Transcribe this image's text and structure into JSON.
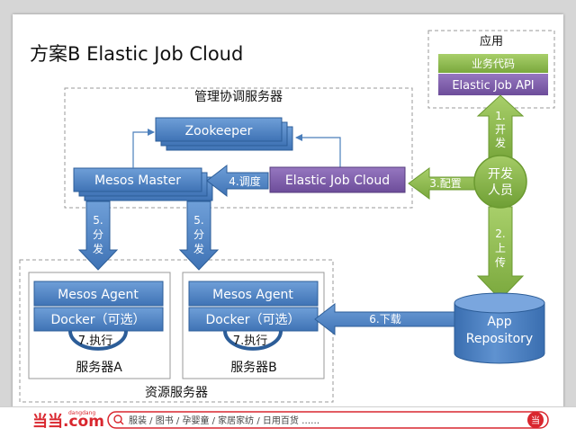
{
  "title": "方案B Elastic Job Cloud",
  "mgmt_group_label": "管理协调服务器",
  "resource_group_label": "资源服务器",
  "app_group": {
    "label": "应用",
    "business_code": "业务代码",
    "api": "Elastic Job API"
  },
  "zookeeper": "Zookeeper",
  "mesos_master": "Mesos Master",
  "elastic_job_cloud": "Elastic Job Cloud",
  "developer": "开发人员",
  "developer_lines": [
    "开发",
    "人员"
  ],
  "app_repository": [
    "App",
    "Repository"
  ],
  "servers": [
    {
      "agent": "Mesos Agent",
      "docker": "Docker（可选）",
      "exec": "7.执行",
      "name": "服务器A"
    },
    {
      "agent": "Mesos Agent",
      "docker": "Docker（可选）",
      "exec": "7.执行",
      "name": "服务器B"
    }
  ],
  "steps": {
    "develop": [
      "1.",
      "开",
      "发"
    ],
    "upload": [
      "2.",
      "上",
      "传"
    ],
    "configure": "3.配置",
    "schedule": "4.调度",
    "distribute": [
      "5.",
      "分",
      "发"
    ],
    "download": "6.下载"
  },
  "footer": {
    "logo": "当当.com",
    "logo_small": "dangdang",
    "search_text": "服装 / 图书 / 孕婴童 / 家居家纺 / 日用百货 ……",
    "search_button": "当"
  },
  "colors": {
    "blue": "#4a7ebb",
    "blue_dark": "#2c5d98",
    "purple": "#7b5aa6",
    "green": "#8fbc4d",
    "brand_red": "#d9262e"
  }
}
